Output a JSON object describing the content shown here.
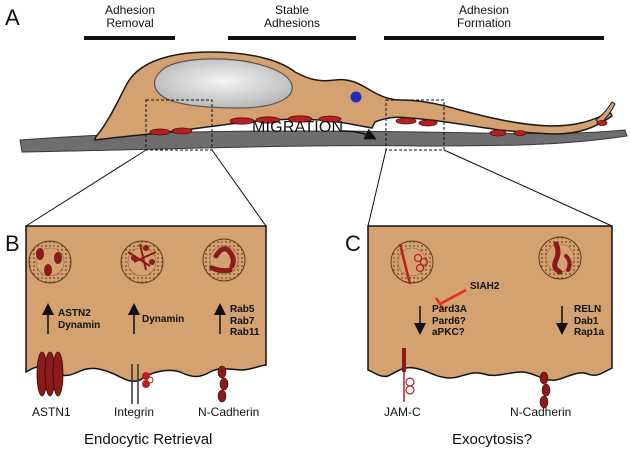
{
  "panels": {
    "a": "A",
    "b": "B",
    "c": "C"
  },
  "headers": {
    "removal": [
      "Adhesion",
      "Removal"
    ],
    "stable": [
      "Stable",
      "Adhesions"
    ],
    "formation": [
      "Adhesion",
      "Formation"
    ]
  },
  "migration_label": "MIGRATION",
  "panel_b": {
    "col1": [
      "ASTN2",
      "Dynamin"
    ],
    "col2": [
      "Dynamin"
    ],
    "col3": [
      "Rab5",
      "Rab7",
      "Rab11"
    ],
    "bottom": [
      "ASTN1",
      "Integrin",
      "N-Cadherin"
    ],
    "caption": "Endocytic Retrieval"
  },
  "panel_c": {
    "siah": "SIAH2",
    "col1": [
      "Pard3A",
      "Pard6?",
      "aPKC?"
    ],
    "col2": [
      "RELN",
      "Dab1",
      "Rap1a"
    ],
    "bottom": [
      "JAM-C",
      "N-Cadherin"
    ],
    "caption": "Exocytosis?"
  },
  "colors": {
    "cell": "#D4A170",
    "cell_stroke": "#1a1a1a",
    "fiber": "#6E6E6E",
    "nucleus": "#C8C8C8",
    "protein": "#8B1A1A",
    "inhibit": "#E0301E",
    "centrosome": "#1E2DBE"
  }
}
